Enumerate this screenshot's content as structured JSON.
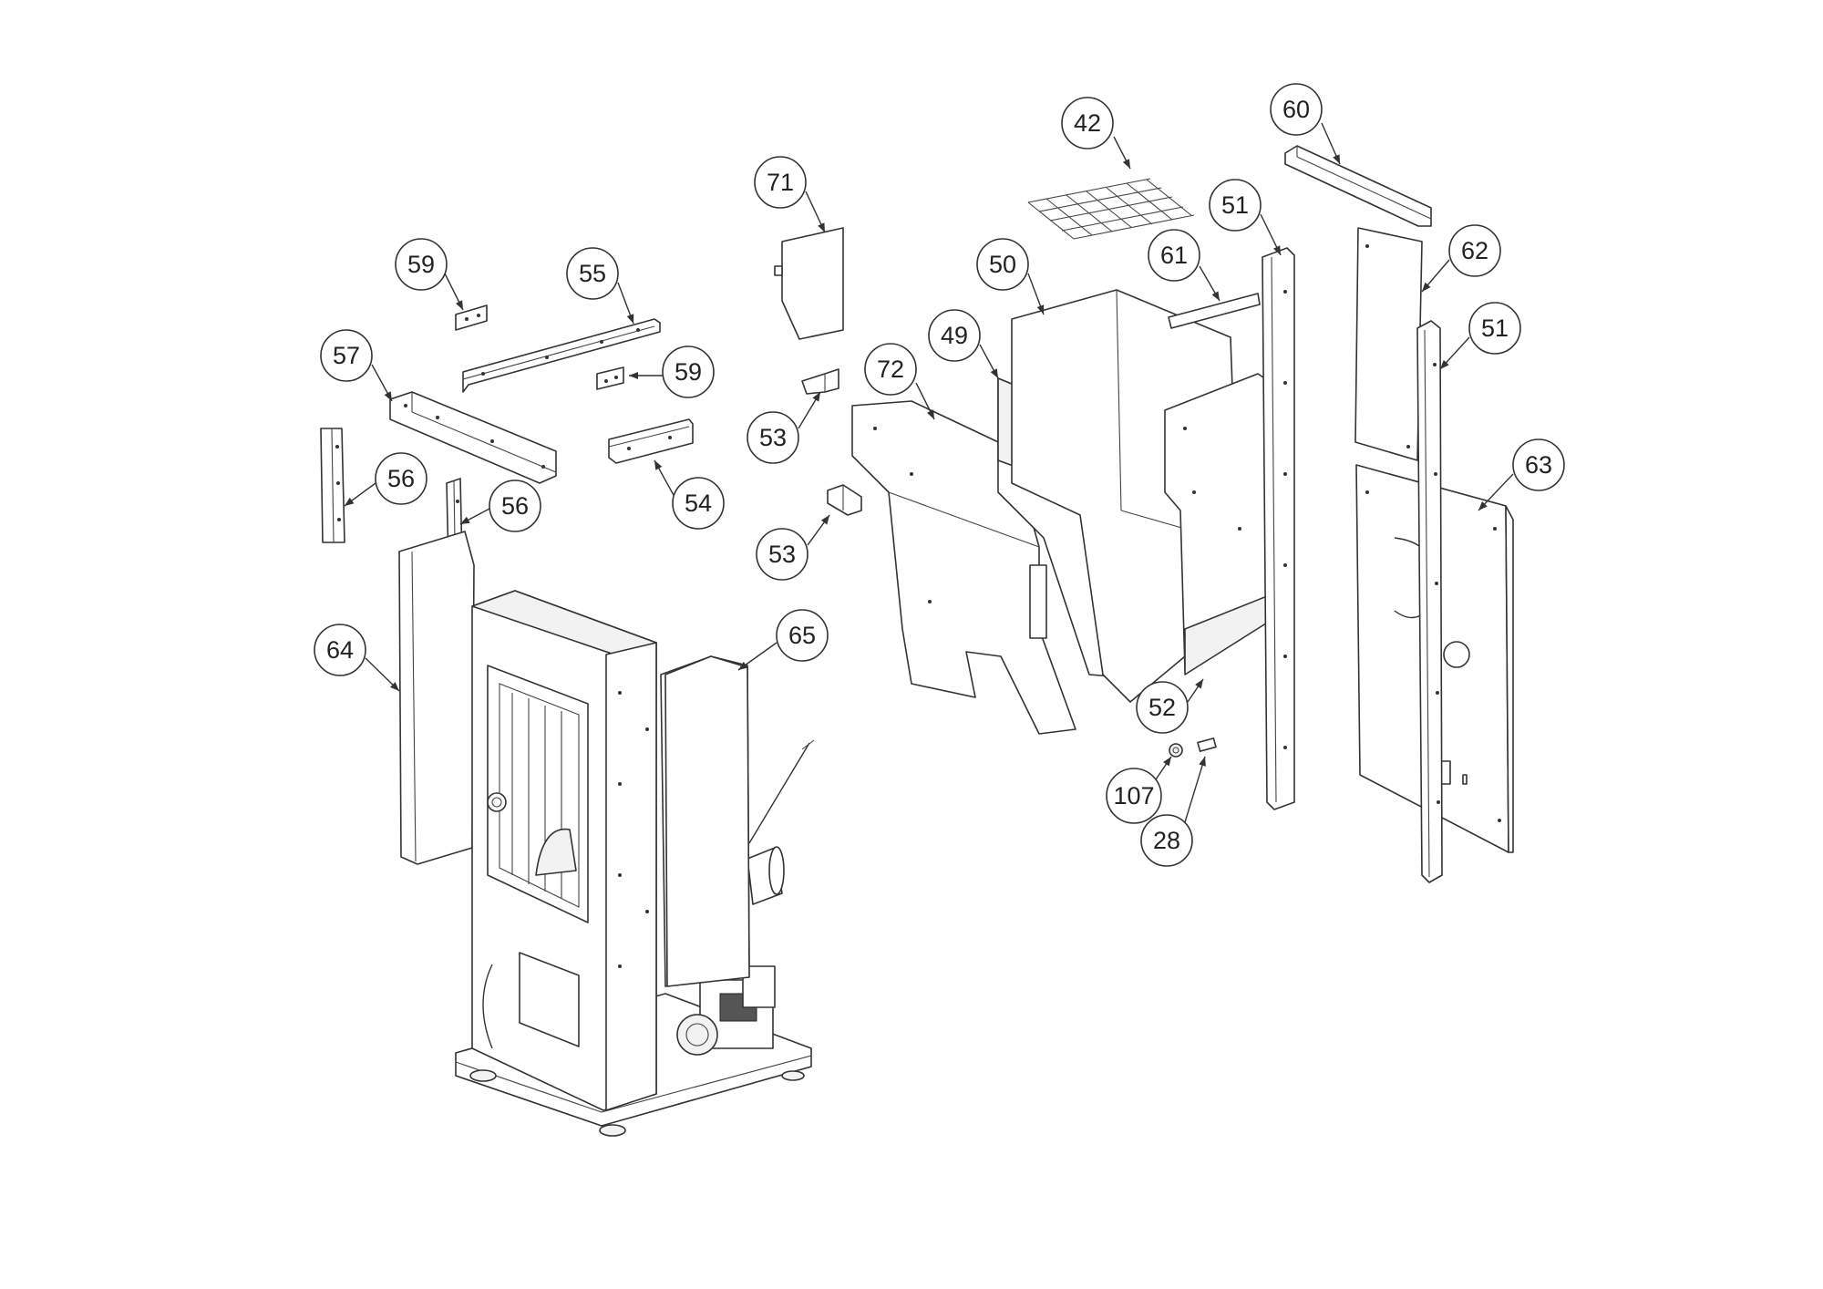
{
  "callouts": [
    {
      "id": "c42",
      "label": "42"
    },
    {
      "id": "c60",
      "label": "60"
    },
    {
      "id": "c71",
      "label": "71"
    },
    {
      "id": "c51a",
      "label": "51"
    },
    {
      "id": "c59a",
      "label": "59"
    },
    {
      "id": "c55",
      "label": "55"
    },
    {
      "id": "c50",
      "label": "50"
    },
    {
      "id": "c61",
      "label": "61"
    },
    {
      "id": "c62",
      "label": "62"
    },
    {
      "id": "c57",
      "label": "57"
    },
    {
      "id": "c59b",
      "label": "59"
    },
    {
      "id": "c49",
      "label": "49"
    },
    {
      "id": "c51b",
      "label": "51"
    },
    {
      "id": "c72",
      "label": "72"
    },
    {
      "id": "c53a",
      "label": "53"
    },
    {
      "id": "c56a",
      "label": "56"
    },
    {
      "id": "c54",
      "label": "54"
    },
    {
      "id": "c63",
      "label": "63"
    },
    {
      "id": "c56b",
      "label": "56"
    },
    {
      "id": "c53b",
      "label": "53"
    },
    {
      "id": "c65",
      "label": "65"
    },
    {
      "id": "c64",
      "label": "64"
    },
    {
      "id": "c52",
      "label": "52"
    },
    {
      "id": "c107",
      "label": "107"
    },
    {
      "id": "c28",
      "label": "28"
    }
  ]
}
